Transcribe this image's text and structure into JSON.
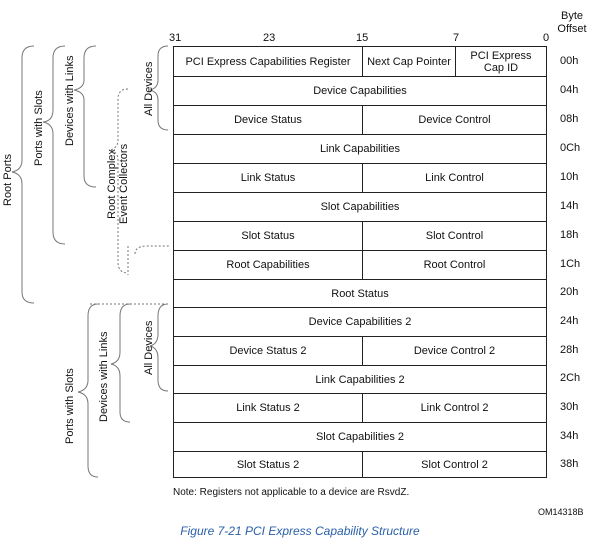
{
  "bit_labels": [
    "31",
    "23",
    "15",
    "7",
    "0"
  ],
  "byte_offset_header": [
    "Byte",
    "Offset"
  ],
  "rows": [
    {
      "offset": "00h",
      "cells": [
        "PCI Express Capabilities Register",
        "Next Cap Pointer",
        "PCI Express Cap ID"
      ]
    },
    {
      "offset": "04h",
      "cells": [
        "Device Capabilities"
      ]
    },
    {
      "offset": "08h",
      "cells": [
        "Device Status",
        "Device Control"
      ]
    },
    {
      "offset": "0Ch",
      "cells": [
        "Link Capabilities"
      ]
    },
    {
      "offset": "10h",
      "cells": [
        "Link Status",
        "Link Control"
      ]
    },
    {
      "offset": "14h",
      "cells": [
        "Slot Capabilities"
      ]
    },
    {
      "offset": "18h",
      "cells": [
        "Slot Status",
        "Slot Control"
      ]
    },
    {
      "offset": "1Ch",
      "cells": [
        "Root Capabilities",
        "Root Control"
      ]
    },
    {
      "offset": "20h",
      "cells": [
        "Root Status"
      ]
    },
    {
      "offset": "24h",
      "cells": [
        "Device Capabilities 2"
      ]
    },
    {
      "offset": "28h",
      "cells": [
        "Device Status 2",
        "Device Control 2"
      ]
    },
    {
      "offset": "2Ch",
      "cells": [
        "Link Capabilities 2"
      ]
    },
    {
      "offset": "30h",
      "cells": [
        "Link Status 2",
        "Link Control 2"
      ]
    },
    {
      "offset": "34h",
      "cells": [
        "Slot Capabilities 2"
      ]
    },
    {
      "offset": "38h",
      "cells": [
        "Slot Status 2",
        "Slot Control 2"
      ]
    }
  ],
  "side_labels": {
    "root_ports": "Root Ports",
    "ports_with_slots_top": "Ports with Slots",
    "devices_with_links_top": "Devices with Links",
    "rc_event_collectors": [
      "Root Complex",
      "Event Collectors"
    ],
    "all_devices_top": "All Devices",
    "ports_with_slots_bottom": "Ports with Slots",
    "devices_with_links_bottom": "Devices with Links",
    "all_devices_bottom": "All Devices"
  },
  "note": "Note:  Registers not applicable to a device are RsvdZ.",
  "figure_ref": "OM14318B",
  "caption": "Figure  7-21  PCI Express Capability Structure"
}
